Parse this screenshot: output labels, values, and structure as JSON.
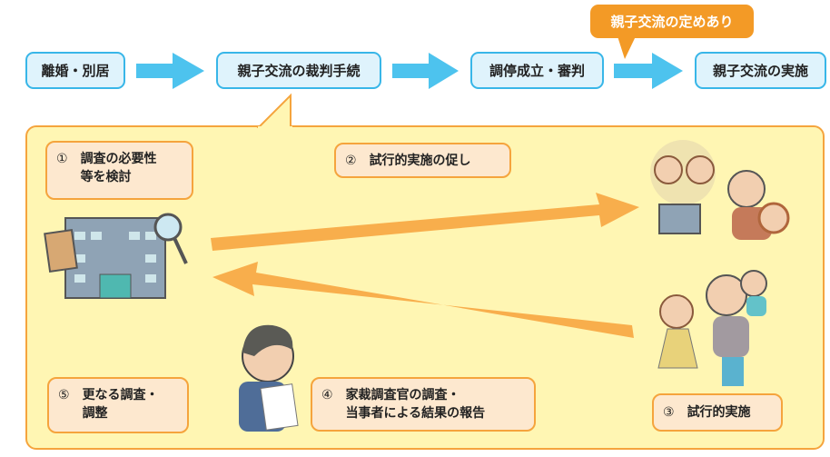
{
  "flow": {
    "steps": [
      "離婚・別居",
      "親子交流の裁判手続",
      "調停成立・審判",
      "親子交流の実施"
    ],
    "callout": "親子交流の定めあり"
  },
  "panel": {
    "notes": [
      {
        "num": "①",
        "text": [
          "調査の必要性",
          "等を検討"
        ]
      },
      {
        "num": "②",
        "text": [
          "試行的実施の促し"
        ]
      },
      {
        "num": "③",
        "text": [
          "試行的実施"
        ]
      },
      {
        "num": "④",
        "text": [
          "家裁調査官の調査・",
          "当事者による結果の報告"
        ]
      },
      {
        "num": "⑤",
        "text": [
          "更なる調査・",
          "調整"
        ]
      }
    ]
  },
  "colors": {
    "step_border": "#38b6e8",
    "flow_arrow": "#4dc3ee",
    "accent_orange": "#f39a26",
    "panel_fill": "#fff6b3"
  }
}
